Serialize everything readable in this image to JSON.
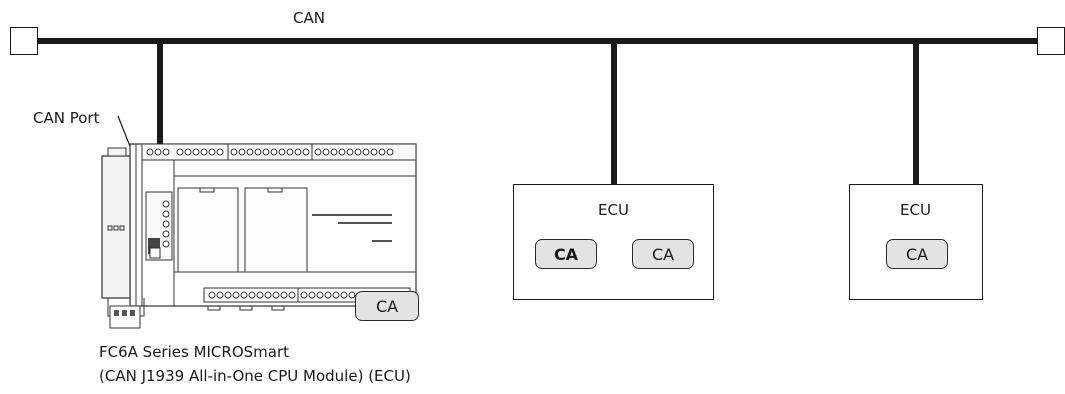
{
  "network": {
    "bus_label": "CAN",
    "port_label": "CAN Port"
  },
  "plc": {
    "caption_line1": "FC6A Series MICROSmart",
    "caption_line2": "(CAN J1939 All-in-One CPU Module) (ECU)",
    "ca_label": "CA"
  },
  "ecu1": {
    "title": "ECU",
    "ca_labels": [
      "CA",
      "CA"
    ]
  },
  "ecu2": {
    "title": "ECU",
    "ca_labels": [
      "CA"
    ]
  }
}
